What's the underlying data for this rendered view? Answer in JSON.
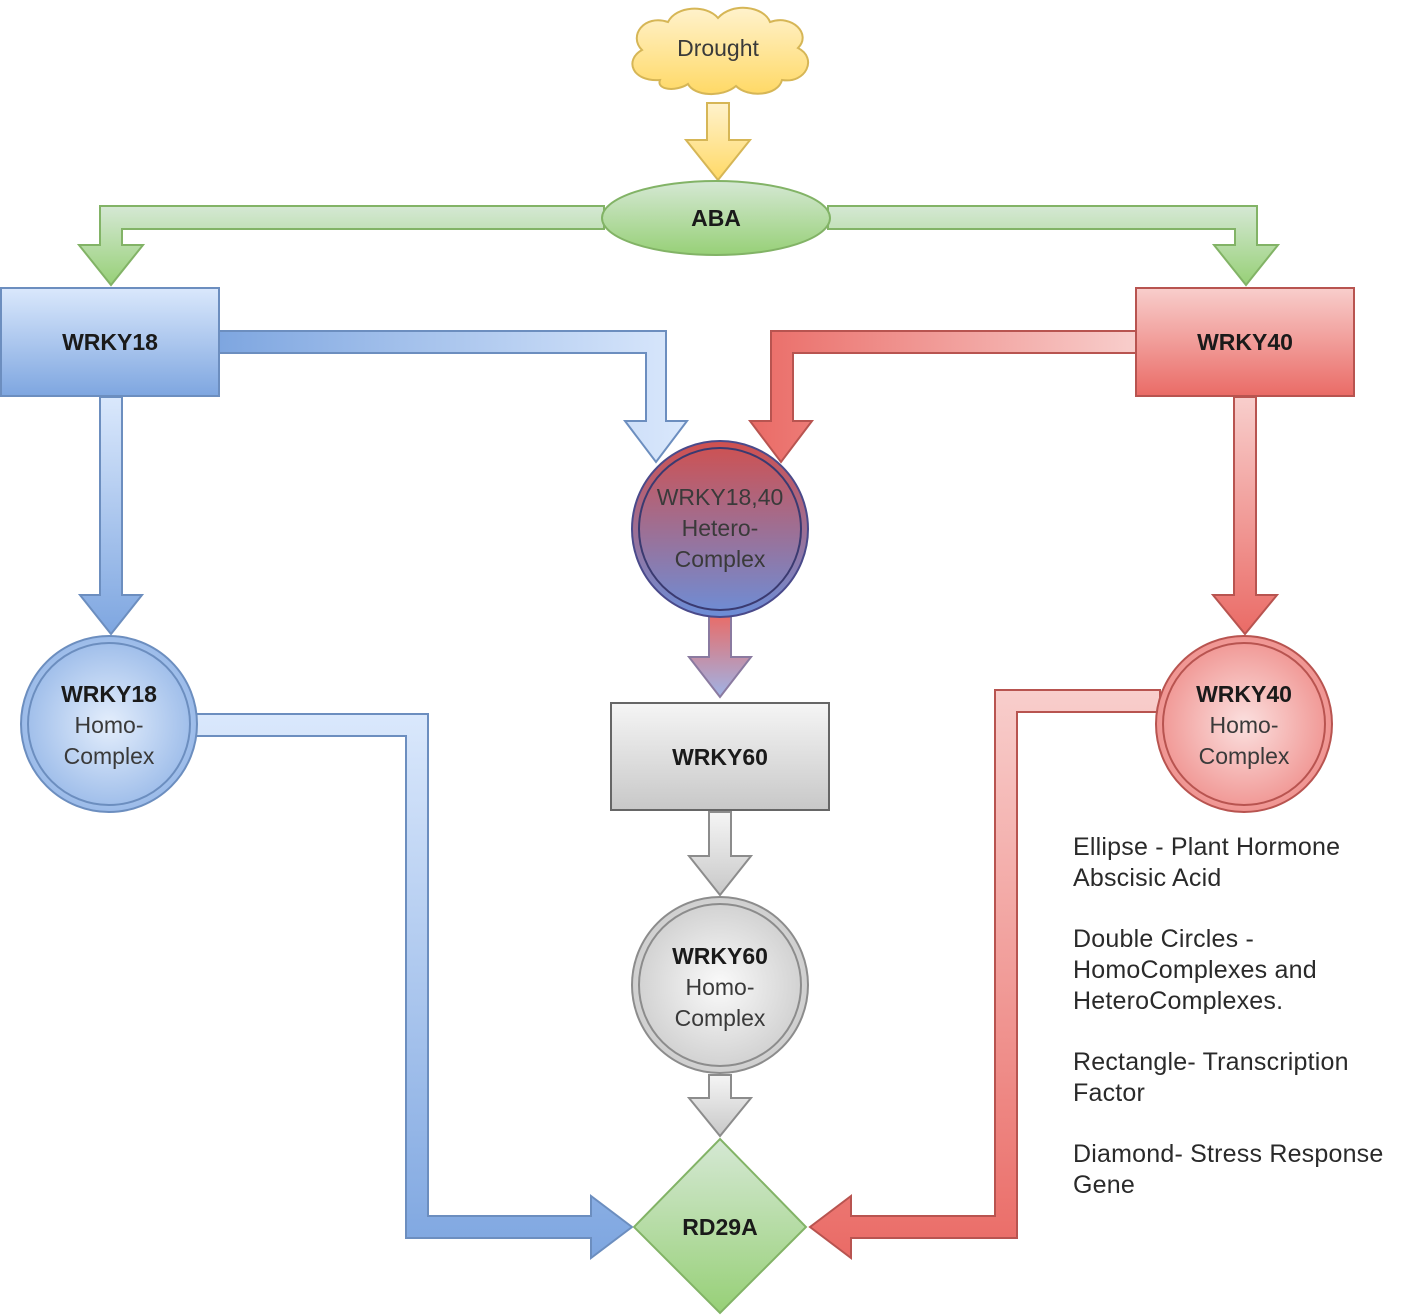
{
  "nodes": {
    "drought": "Drought",
    "aba": "ABA",
    "wrky18": "WRKY18",
    "wrky40": "WRKY40",
    "hetero": [
      "WRKY18,40",
      "Hetero-",
      "Complex"
    ],
    "wrky18_homo": [
      "WRKY18",
      "Homo-",
      "Complex"
    ],
    "wrky40_homo": [
      "WRKY40",
      "Homo-",
      "Complex"
    ],
    "wrky60": "WRKY60",
    "wrky60_homo": [
      "WRKY60",
      "Homo-",
      "Complex"
    ],
    "rd29a": "RD29A"
  },
  "legend": [
    {
      "line1": "Ellipse -  Plant Hormone",
      "line2": "Abscisic Acid"
    },
    {
      "line1": "Double Circles -",
      "line2": "HomoComplexes and",
      "line3": "HeteroComplexes."
    },
    {
      "line1": "Rectangle- Transcription",
      "line2": "Factor"
    },
    {
      "line1": "Diamond- Stress Response",
      "line2": "Gene"
    }
  ],
  "colors": {
    "blue": "#7ea6e0",
    "red": "#ea6b66",
    "green": "#97d077",
    "yellow": "#ffd966",
    "gray": "#c8c8c8"
  }
}
